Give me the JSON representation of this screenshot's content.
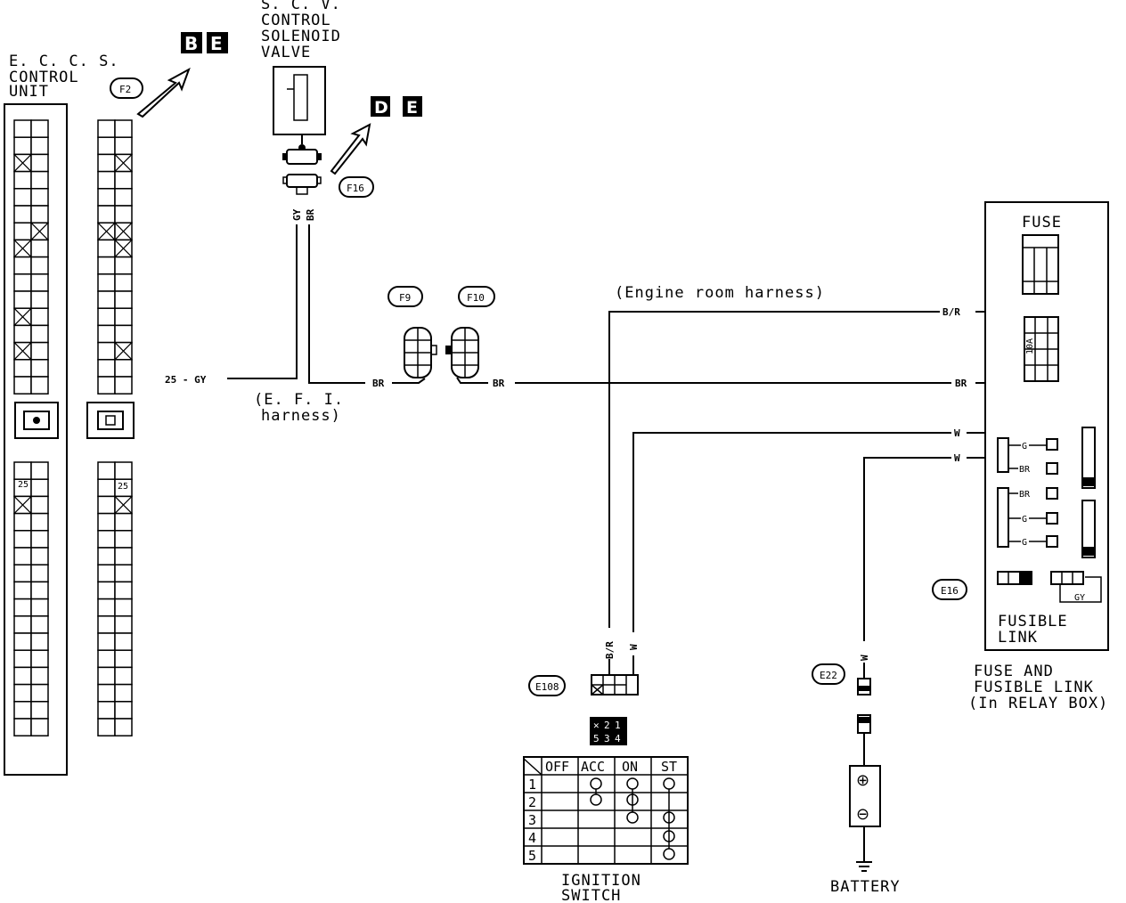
{
  "ecu": {
    "title": [
      "E. C. C. S.",
      "CONTROL",
      "UNIT"
    ],
    "pin": "25"
  },
  "f2": {
    "tag": "F2",
    "pin": "25",
    "refs": [
      "B",
      "E"
    ]
  },
  "scv": {
    "title": [
      "S. C. V.",
      "CONTROL",
      "SOLENOID",
      "VALVE"
    ],
    "tag": "F16",
    "refs": [
      "D",
      "E"
    ],
    "wire_gy": "GY",
    "wire_br": "BR"
  },
  "ecu_wire": "25 - GY",
  "efi_harness": [
    "(E. F. I.",
    "harness)"
  ],
  "f9": {
    "tag": "F9"
  },
  "f10": {
    "tag": "F10"
  },
  "engine_room_harness": "(Engine room harness)",
  "wires": {
    "br1": "BR",
    "br2": "BR",
    "br3": "BR",
    "br_r": "B/R",
    "w1": "W",
    "w2": "W",
    "e108_br": "B/R",
    "e108_w": "W",
    "e22_w": "W",
    "g1": "G",
    "br_a": "BR",
    "br_b": "BR",
    "g2": "G",
    "g3": "G",
    "gy": "GY"
  },
  "fuse_box": {
    "fuse_label": "FUSE",
    "relay_text": "10A",
    "fusible_link": [
      "FUSIBLE",
      "LINK"
    ],
    "tag": "E16",
    "title": [
      "FUSE AND",
      "FUSIBLE LINK",
      "(In RELAY BOX)"
    ]
  },
  "e108": {
    "tag": "E108",
    "pins": [
      "2",
      "1",
      "5",
      "3",
      "4"
    ]
  },
  "ignition_switch": {
    "label": [
      "IGNITION",
      "SWITCH"
    ],
    "columns": [
      "OFF",
      "ACC",
      "ON",
      "ST"
    ],
    "rows": [
      "1",
      "2",
      "3",
      "4",
      "5"
    ]
  },
  "e22": {
    "tag": "E22"
  },
  "battery": {
    "label": "BATTERY",
    "plus": "⊕",
    "minus": "⊖"
  }
}
